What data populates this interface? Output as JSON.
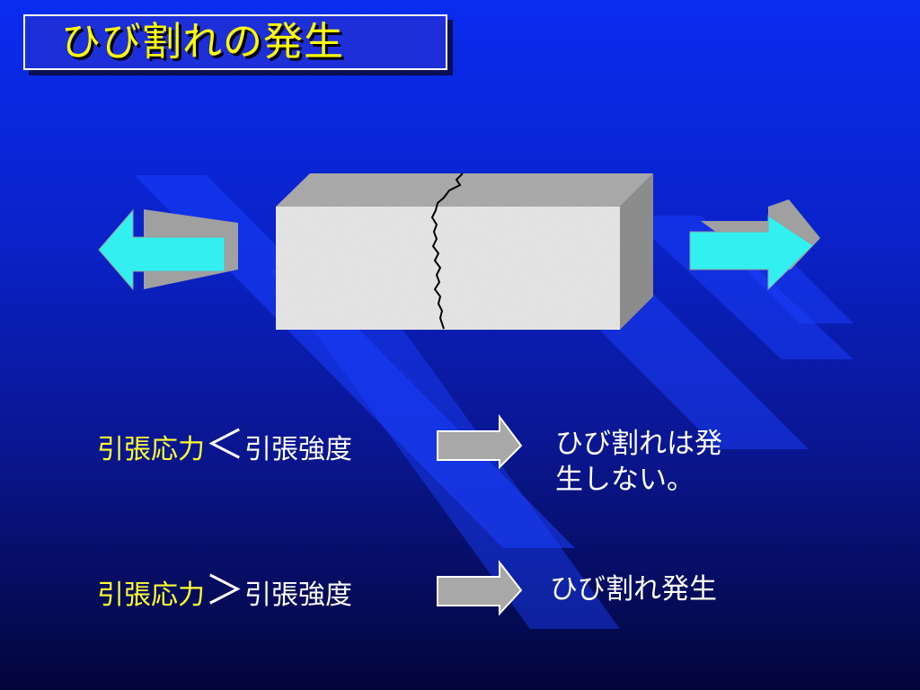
{
  "title": "ひび割れの発生",
  "rows": [
    {
      "stress": "引張応力",
      "relation": "＜",
      "strength": "引張強度",
      "result_line1": "ひび割れは発",
      "result_line2": "生しない。"
    },
    {
      "stress": "引張応力",
      "relation": "＞",
      "strength": "引張強度",
      "result_line1": "ひび割れ発生"
    }
  ],
  "colors": {
    "title_text": "#ffff00",
    "stress_text": "#ffff33",
    "arrow_cyan": "#33f0f0",
    "arrow_grey": "#a0a0a0"
  }
}
